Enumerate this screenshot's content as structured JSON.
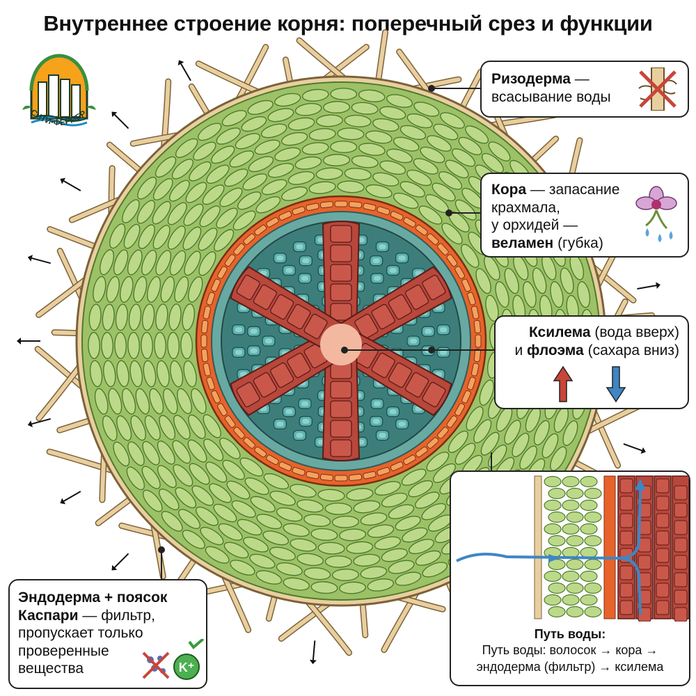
{
  "title": "Внутреннее строение корня: поперечный срез и функции",
  "logo": {
    "text": "СИТИ•ФЕРМЕР",
    "colors": {
      "sun": "#f6a21b",
      "green": "#3a8f3f",
      "water": "#1f8ac0"
    }
  },
  "callouts": {
    "rhizoderm": {
      "term": "Ризодерма",
      "dash": " —",
      "desc": "всасывание воды",
      "icon": "root-hair-crossed-icon"
    },
    "cortex": {
      "term": "Кора",
      "line1_rest": " — запасание",
      "line2": "крахмала,",
      "line3": "у орхидей —",
      "term2": "веламен",
      "line4_rest": " (губка)",
      "icon": "orchid-water-icon"
    },
    "vascular": {
      "term1": "Ксилема",
      "rest1": " (вода вверх)",
      "and": "и ",
      "term2": "флоэма",
      "rest2": " (сахара вниз)",
      "icons": [
        "arrow-up-icon",
        "arrow-down-icon"
      ]
    },
    "endodermis": {
      "term_line1": "Эндодерма + поясок",
      "term_line2": "Каспари",
      "rest2": " — фильтр,",
      "line3": "пропускает только",
      "line4": "проверенные",
      "line5": "вещества",
      "badge": "K⁺"
    },
    "water_path": {
      "title": "Путь воды:",
      "line1": "Путь воды: волосок → кора →",
      "line2": "эндодерма (фильтр) → ксилема"
    }
  },
  "colors": {
    "cortex_fill": "#bcd98a",
    "cortex_stroke": "#4e7a2c",
    "root_hair": "#e9cf9f",
    "endodermis": "#e8632a",
    "xylem": "#b8473c",
    "phloem": "#5cb3b0",
    "center": "#f2b9a0",
    "arrow_up": "#c8453a",
    "arrow_down": "#3f86c4"
  }
}
